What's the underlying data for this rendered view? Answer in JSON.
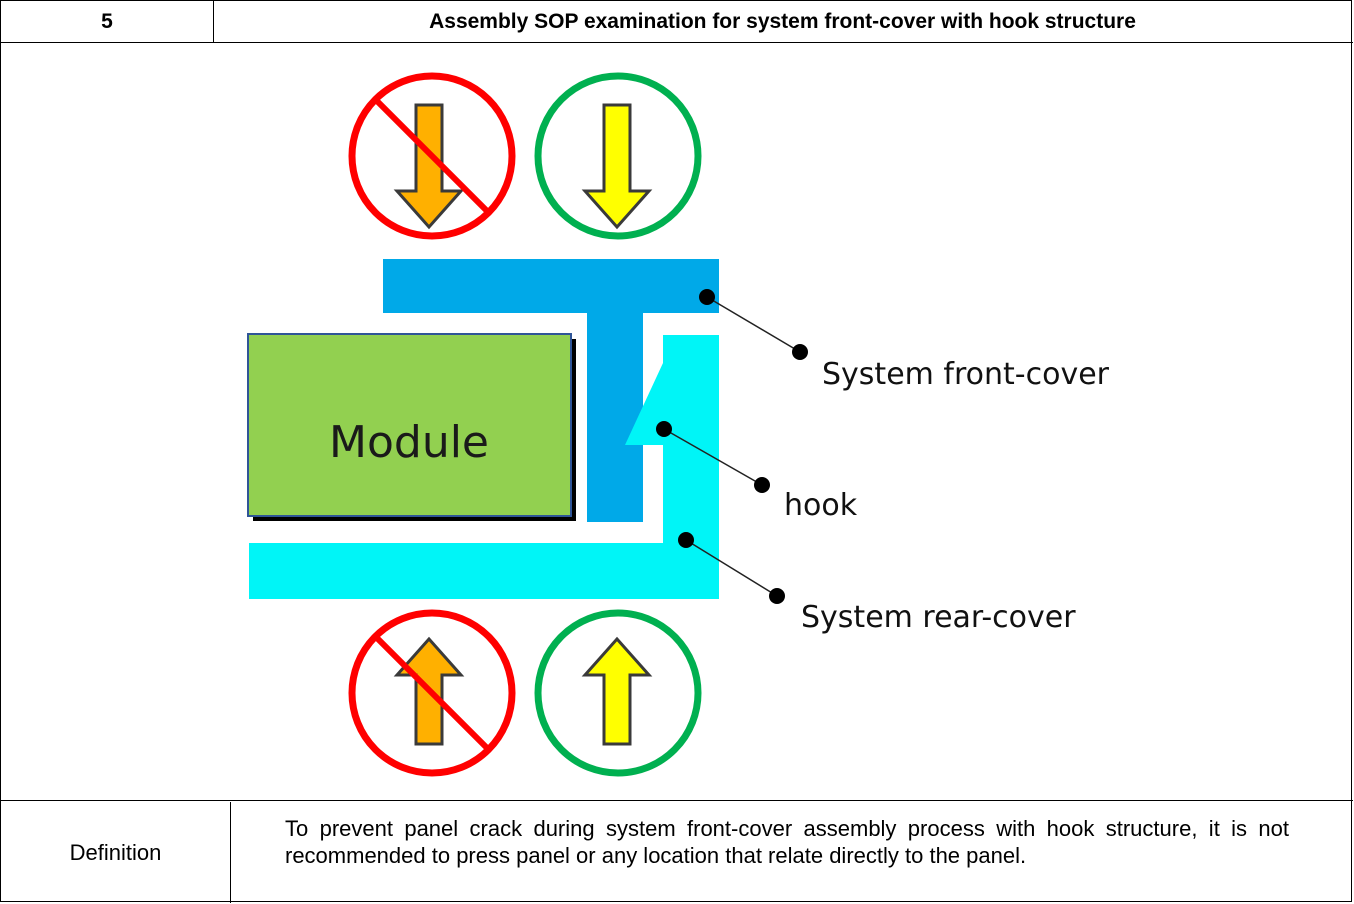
{
  "header": {
    "number": "5",
    "title": "Assembly SOP examination for system front-cover with hook structure"
  },
  "diagram": {
    "module_label": "Module",
    "callouts": {
      "front_cover": "System front-cover",
      "hook": "hook",
      "rear_cover": "System rear-cover"
    },
    "indicators": [
      {
        "position": "top-left",
        "meaning": "prohibited",
        "arrow": "down"
      },
      {
        "position": "top-right",
        "meaning": "allowed",
        "arrow": "down"
      },
      {
        "position": "bottom-left",
        "meaning": "prohibited",
        "arrow": "up"
      },
      {
        "position": "bottom-right",
        "meaning": "allowed",
        "arrow": "up"
      }
    ],
    "colors": {
      "front_cover": "#00a9e8",
      "rear_cover": "#00f5f7",
      "module": "#92d050",
      "prohibited": "#ff0000",
      "allowed": "#00b050",
      "arrow_prohibited": "#ffb000",
      "arrow_allowed": "#ffff00"
    }
  },
  "definition": {
    "label": "Definition",
    "text": "To prevent panel crack during system front-cover assembly process with hook structure, it is not recommended to press panel or any location that relate directly to the panel."
  }
}
